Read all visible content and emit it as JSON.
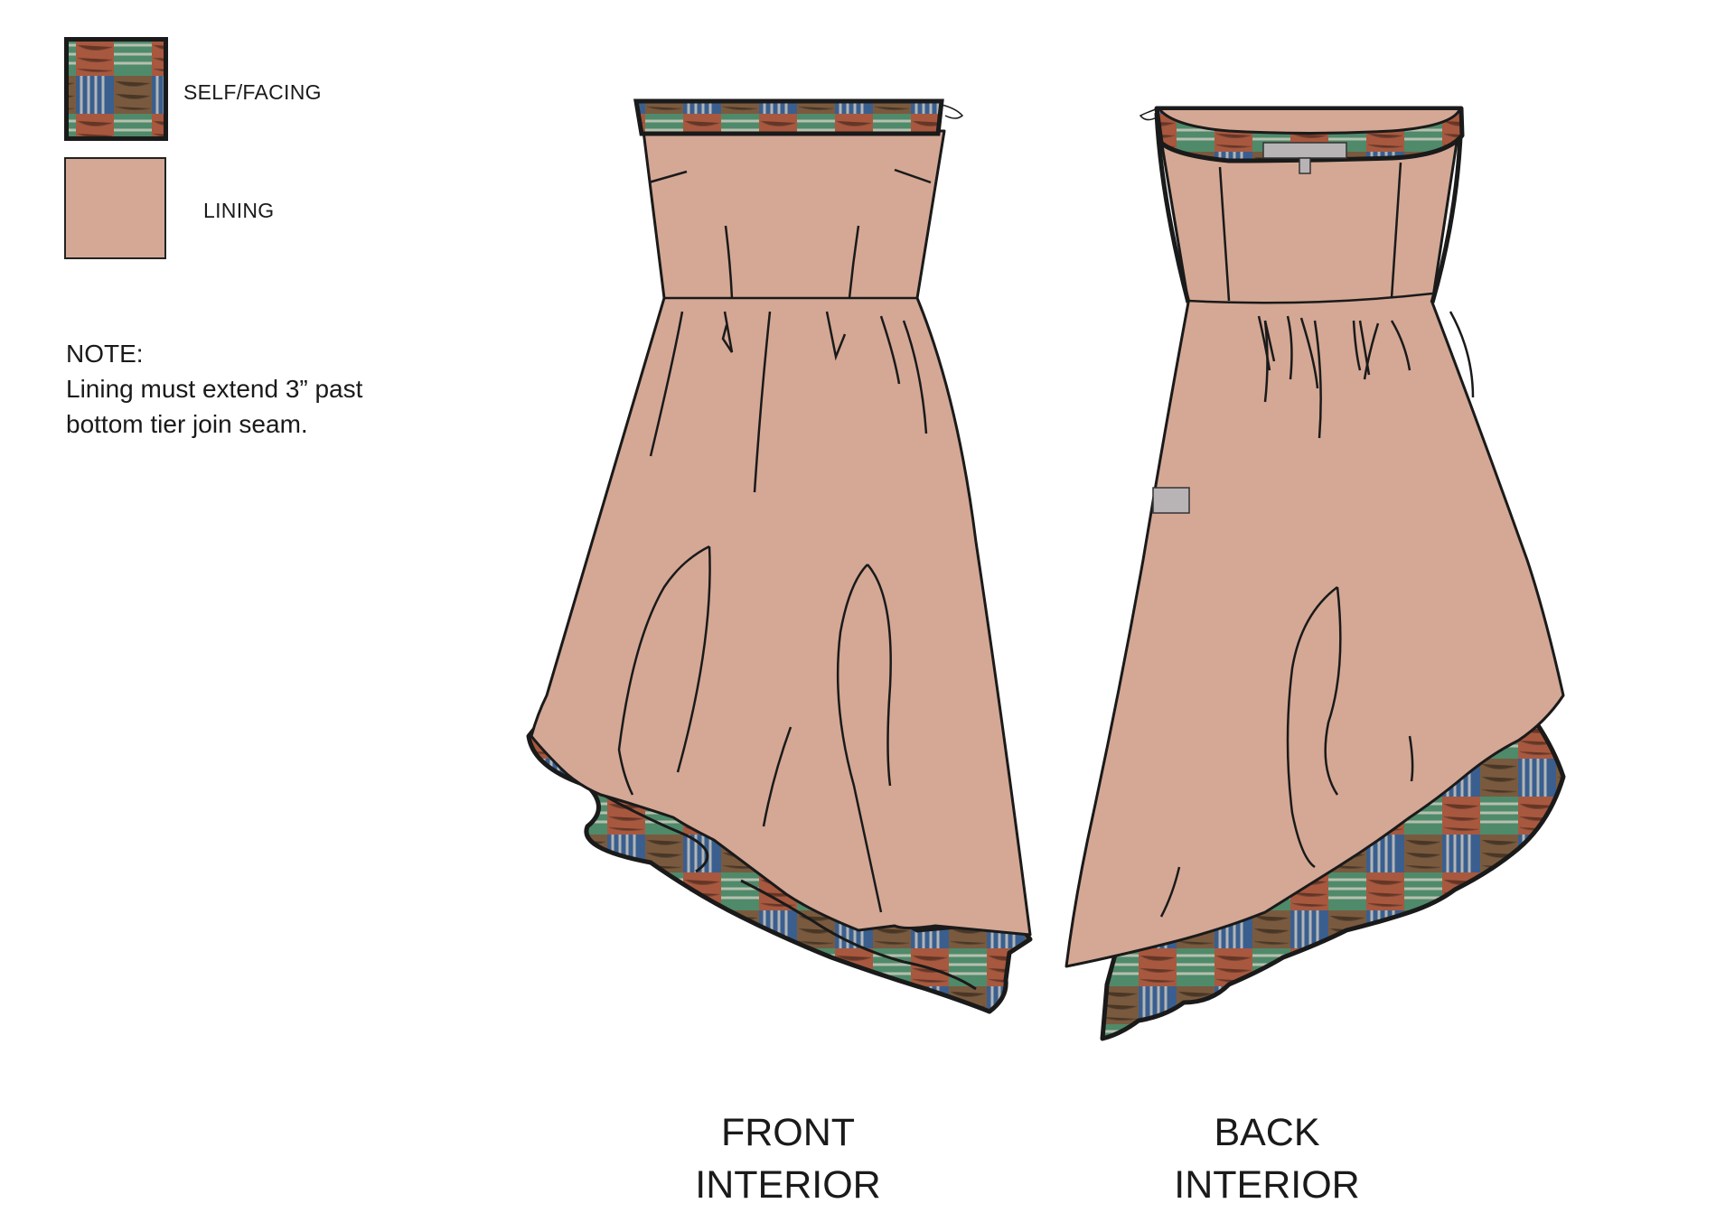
{
  "legend": {
    "self_label": "SELF/FACING",
    "lining_label": "LINING"
  },
  "note": {
    "heading": "NOTE:",
    "line1": "Lining must extend 3” past",
    "line2": "bottom tier join seam."
  },
  "views": {
    "front": {
      "line1": "FRONT",
      "line2": "INTERIOR"
    },
    "back": {
      "line1": "BACK",
      "line2": "INTERIOR"
    }
  },
  "colors": {
    "lining": "#d4a895",
    "outline": "#1a1a1a",
    "plaid_blue": "#3a5f8f",
    "plaid_green": "#4f8a6a",
    "plaid_rust": "#a8583e",
    "plaid_brown": "#7a5a3e",
    "label_gray": "#b8b4b6"
  }
}
